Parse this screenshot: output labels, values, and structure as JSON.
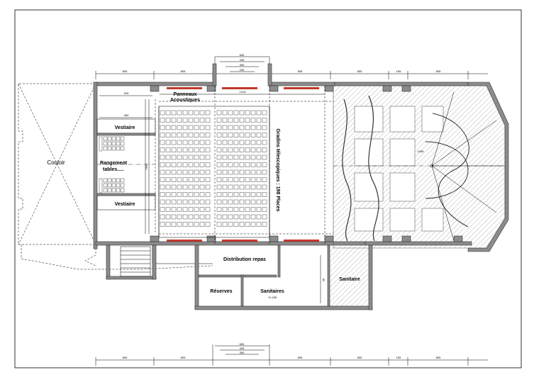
{
  "labels": {
    "couloir": "Couloir",
    "vestiaire_top": "Vestiaire",
    "vestiaire_bottom": "Vestiaire",
    "rangement_1": "Rangement",
    "rangement_2": "tables.....",
    "panneaux_1": "Panneaux",
    "panneaux_2": "Acoustiques",
    "gradins": "Gradins télescopiques : 198 Places",
    "distribution": "Distribution repas",
    "reserves": "Réserves",
    "sanitaires": "Sanitaires",
    "sanitaire": "Sanitaire",
    "level": "+0.165"
  },
  "dimensions": {
    "top_1": "805",
    "top_2": "805",
    "top_3": "805",
    "top_4": "805",
    "top_5": "165",
    "top_6": "805",
    "stack_1": "605",
    "stack_2": "425",
    "stack_3": "300",
    "stack_4": "230",
    "small_1": "515",
    "small_2": "1015",
    "small_3": "460",
    "small_4": "1085",
    "small_5": "1650",
    "side_1": "60",
    "bottom_1": "805",
    "bottom_2": "805",
    "bottom_3": "805",
    "bottom_4": "805",
    "bottom_5": "165",
    "bottom_6": "805",
    "bstack_1": "605",
    "bstack_2": "425",
    "bstack_3": "300"
  }
}
